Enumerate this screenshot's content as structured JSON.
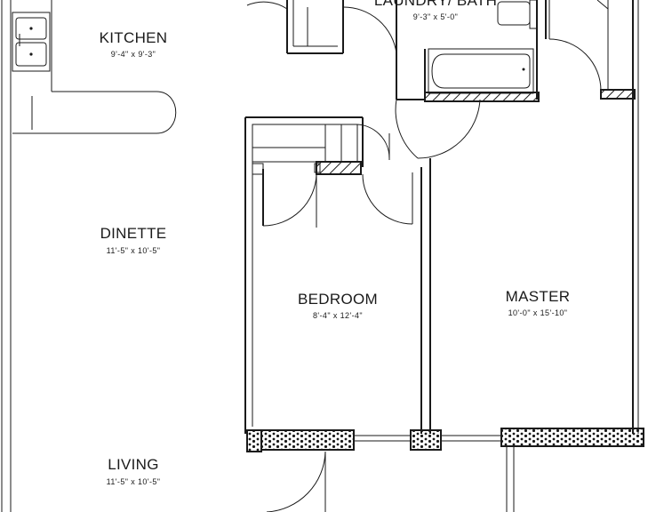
{
  "rooms": {
    "kitchen": {
      "name": "KITCHEN",
      "dims": "9'-4\" x 9'-3\""
    },
    "laundry_bath": {
      "name": "LAUNDRY/ BATH",
      "dims": "9'-3\" x 5'-0\""
    },
    "dinette": {
      "name": "DINETTE",
      "dims": "11'-5\" x 10'-5\""
    },
    "bedroom": {
      "name": "BEDROOM",
      "dims": "8'-4\" x 12'-4\""
    },
    "master": {
      "name": "MASTER",
      "dims": "10'-0\" x 15'-10\""
    },
    "living": {
      "name": "LIVING",
      "dims": "11'-5\" x 10'-5\""
    }
  }
}
